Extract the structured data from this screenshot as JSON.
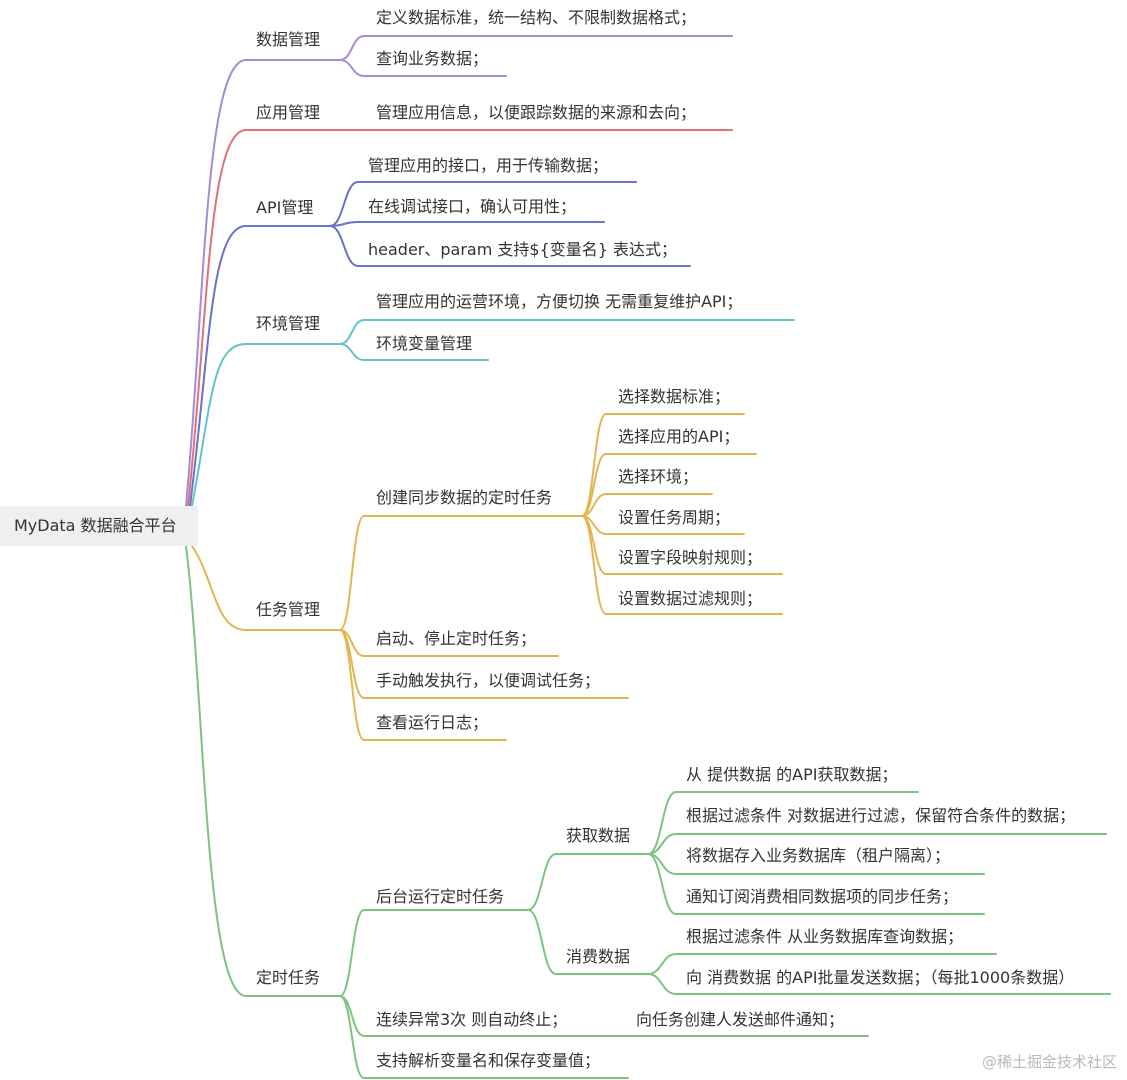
{
  "root": "MyData 数据融合平台",
  "branches": {
    "data_mgmt": {
      "label": "数据管理",
      "items": [
        "定义数据标准，统一结构、不限制数据格式；",
        "查询业务数据；"
      ]
    },
    "app_mgmt": {
      "label": "应用管理",
      "items": [
        "管理应用信息，以便跟踪数据的来源和去向；"
      ]
    },
    "api_mgmt": {
      "label": "API管理",
      "items": [
        "管理应用的接口，用于传输数据；",
        "在线调试接口，确认可用性；",
        "header、param 支持${变量名} 表达式；"
      ]
    },
    "env_mgmt": {
      "label": "环境管理",
      "items": [
        "管理应用的运营环境，方便切换 无需重复维护API；",
        "环境变量管理"
      ]
    },
    "task_mgmt": {
      "label": "任务管理",
      "create": {
        "label": "创建同步数据的定时任务",
        "items": [
          "选择数据标准；",
          "选择应用的API；",
          "选择环境；",
          "设置任务周期；",
          "设置字段映射规则；",
          "设置数据过滤规则；"
        ]
      },
      "items": [
        "启动、停止定时任务；",
        "手动触发执行，以便调试任务；",
        "查看运行日志；"
      ]
    },
    "timed_task": {
      "label": "定时任务",
      "background": {
        "label": "后台运行定时任务",
        "fetch": {
          "label": "获取数据",
          "items": [
            "从 提供数据 的API获取数据；",
            "根据过滤条件 对数据进行过滤，保留符合条件的数据；",
            "将数据存入业务数据库（租户隔离）；",
            "通知订阅消费相同数据项的同步任务；"
          ]
        },
        "consume": {
          "label": "消费数据",
          "items": [
            "根据过滤条件 从业务数据库查询数据；",
            "向 消费数据 的API批量发送数据；（每批1000条数据）"
          ]
        }
      },
      "failure": {
        "label": "连续异常3次 则自动终止；",
        "notify": "向任务创建人发送邮件通知；"
      },
      "vars": "支持解析变量名和保存变量值；"
    }
  },
  "colors": {
    "data_mgmt": "#a78bd6",
    "app_mgmt": "#e0707b",
    "api_mgmt": "#6a72c9",
    "env_mgmt": "#62c4c9",
    "task_mgmt": "#e3b550",
    "timed_task": "#7cc47f"
  },
  "watermark": "@稀土掘金技术社区"
}
